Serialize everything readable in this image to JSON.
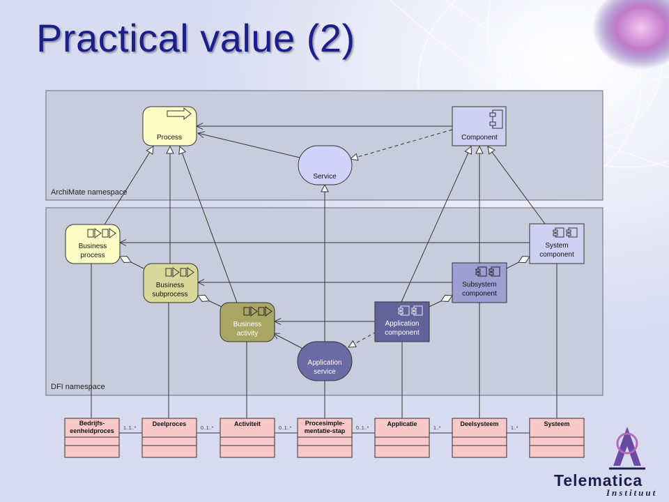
{
  "slide": {
    "title": "Practical value (2)"
  },
  "namespaces": {
    "archimate": "ArchiMate namespace",
    "dfi": "DFI namespace"
  },
  "archimate_nodes": {
    "process": "Process",
    "service": "Service",
    "component": "Component"
  },
  "dfi_nodes": {
    "business_process": [
      "Business",
      "process"
    ],
    "business_subprocess": [
      "Business",
      "subprocess"
    ],
    "business_activity": [
      "Business",
      "activity"
    ],
    "application_service": [
      "Application",
      "service"
    ],
    "application_component": [
      "Application",
      "component"
    ],
    "subsystem_component": [
      "Subsystem",
      "component"
    ],
    "system_component": [
      "System",
      "component"
    ]
  },
  "classes": [
    [
      "Bedrijfs-",
      "eenheidproces"
    ],
    [
      "Deelproces"
    ],
    [
      "Activiteit"
    ],
    [
      "Procesimple-",
      "mentatie-stap"
    ],
    [
      "Applicatie"
    ],
    [
      "Deelsysteem"
    ],
    [
      "Systeem"
    ]
  ],
  "multiplicities": [
    "1..1..*",
    "0..1..*",
    "0..1..*",
    "0..1..*",
    "1..*",
    "1..*"
  ],
  "colors": {
    "title": "#1a1f8c",
    "namespace_fill": "#c9ccdc",
    "process_fill": "#fdfdc6",
    "business_subprocess_fill": "#d9d79a",
    "business_activity_fill": "#a9a664",
    "service_fill": "#d2d2fa",
    "application_service_fill": "#6a6aa4",
    "component_fill": "#cfcff2",
    "subsystem_fill": "#9e9ed2",
    "application_component_fill": "#63639c",
    "class_fill": "#f9c8c8"
  },
  "logo": {
    "name": "Telematica",
    "subtitle": "Instituut"
  }
}
